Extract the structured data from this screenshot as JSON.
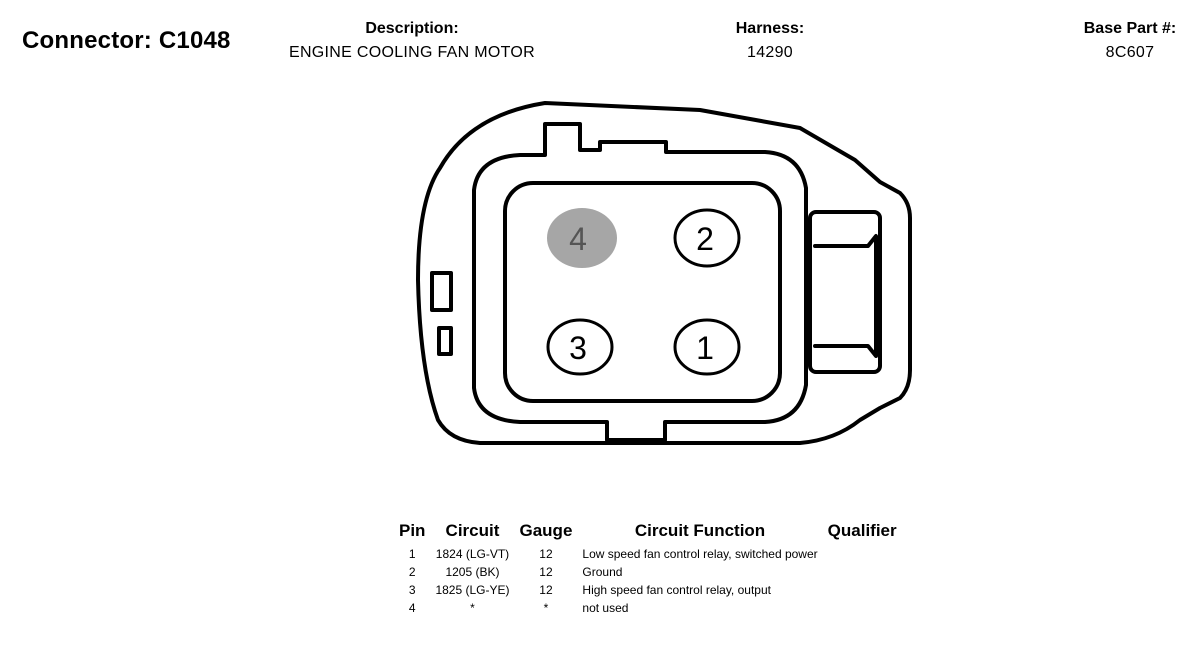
{
  "connector": {
    "title": "Connector: C1048"
  },
  "header": {
    "description_label": "Description:",
    "description_value": "ENGINE COOLING FAN MOTOR",
    "harness_label": "Harness:",
    "harness_value": "14290",
    "base_part_label": "Base Part #:",
    "base_part_value": "8C607"
  },
  "diagram": {
    "pins": [
      {
        "label": "4",
        "highlighted": true
      },
      {
        "label": "2",
        "highlighted": false
      },
      {
        "label": "3",
        "highlighted": false
      },
      {
        "label": "1",
        "highlighted": false
      }
    ],
    "highlight_color": "#a6a6a6"
  },
  "table": {
    "headers": [
      "Pin",
      "Circuit",
      "Gauge",
      "Circuit Function",
      "Qualifier"
    ],
    "rows": [
      {
        "pin": "1",
        "circuit": "1824 (LG-VT)",
        "gauge": "12",
        "function": "Low speed fan control relay, switched power",
        "qualifier": ""
      },
      {
        "pin": "2",
        "circuit": "1205 (BK)",
        "gauge": "12",
        "function": "Ground",
        "qualifier": ""
      },
      {
        "pin": "3",
        "circuit": "1825 (LG-YE)",
        "gauge": "12",
        "function": "High speed fan control relay, output",
        "qualifier": ""
      },
      {
        "pin": "4",
        "circuit": "*",
        "gauge": "*",
        "function": "not used",
        "qualifier": ""
      }
    ]
  }
}
